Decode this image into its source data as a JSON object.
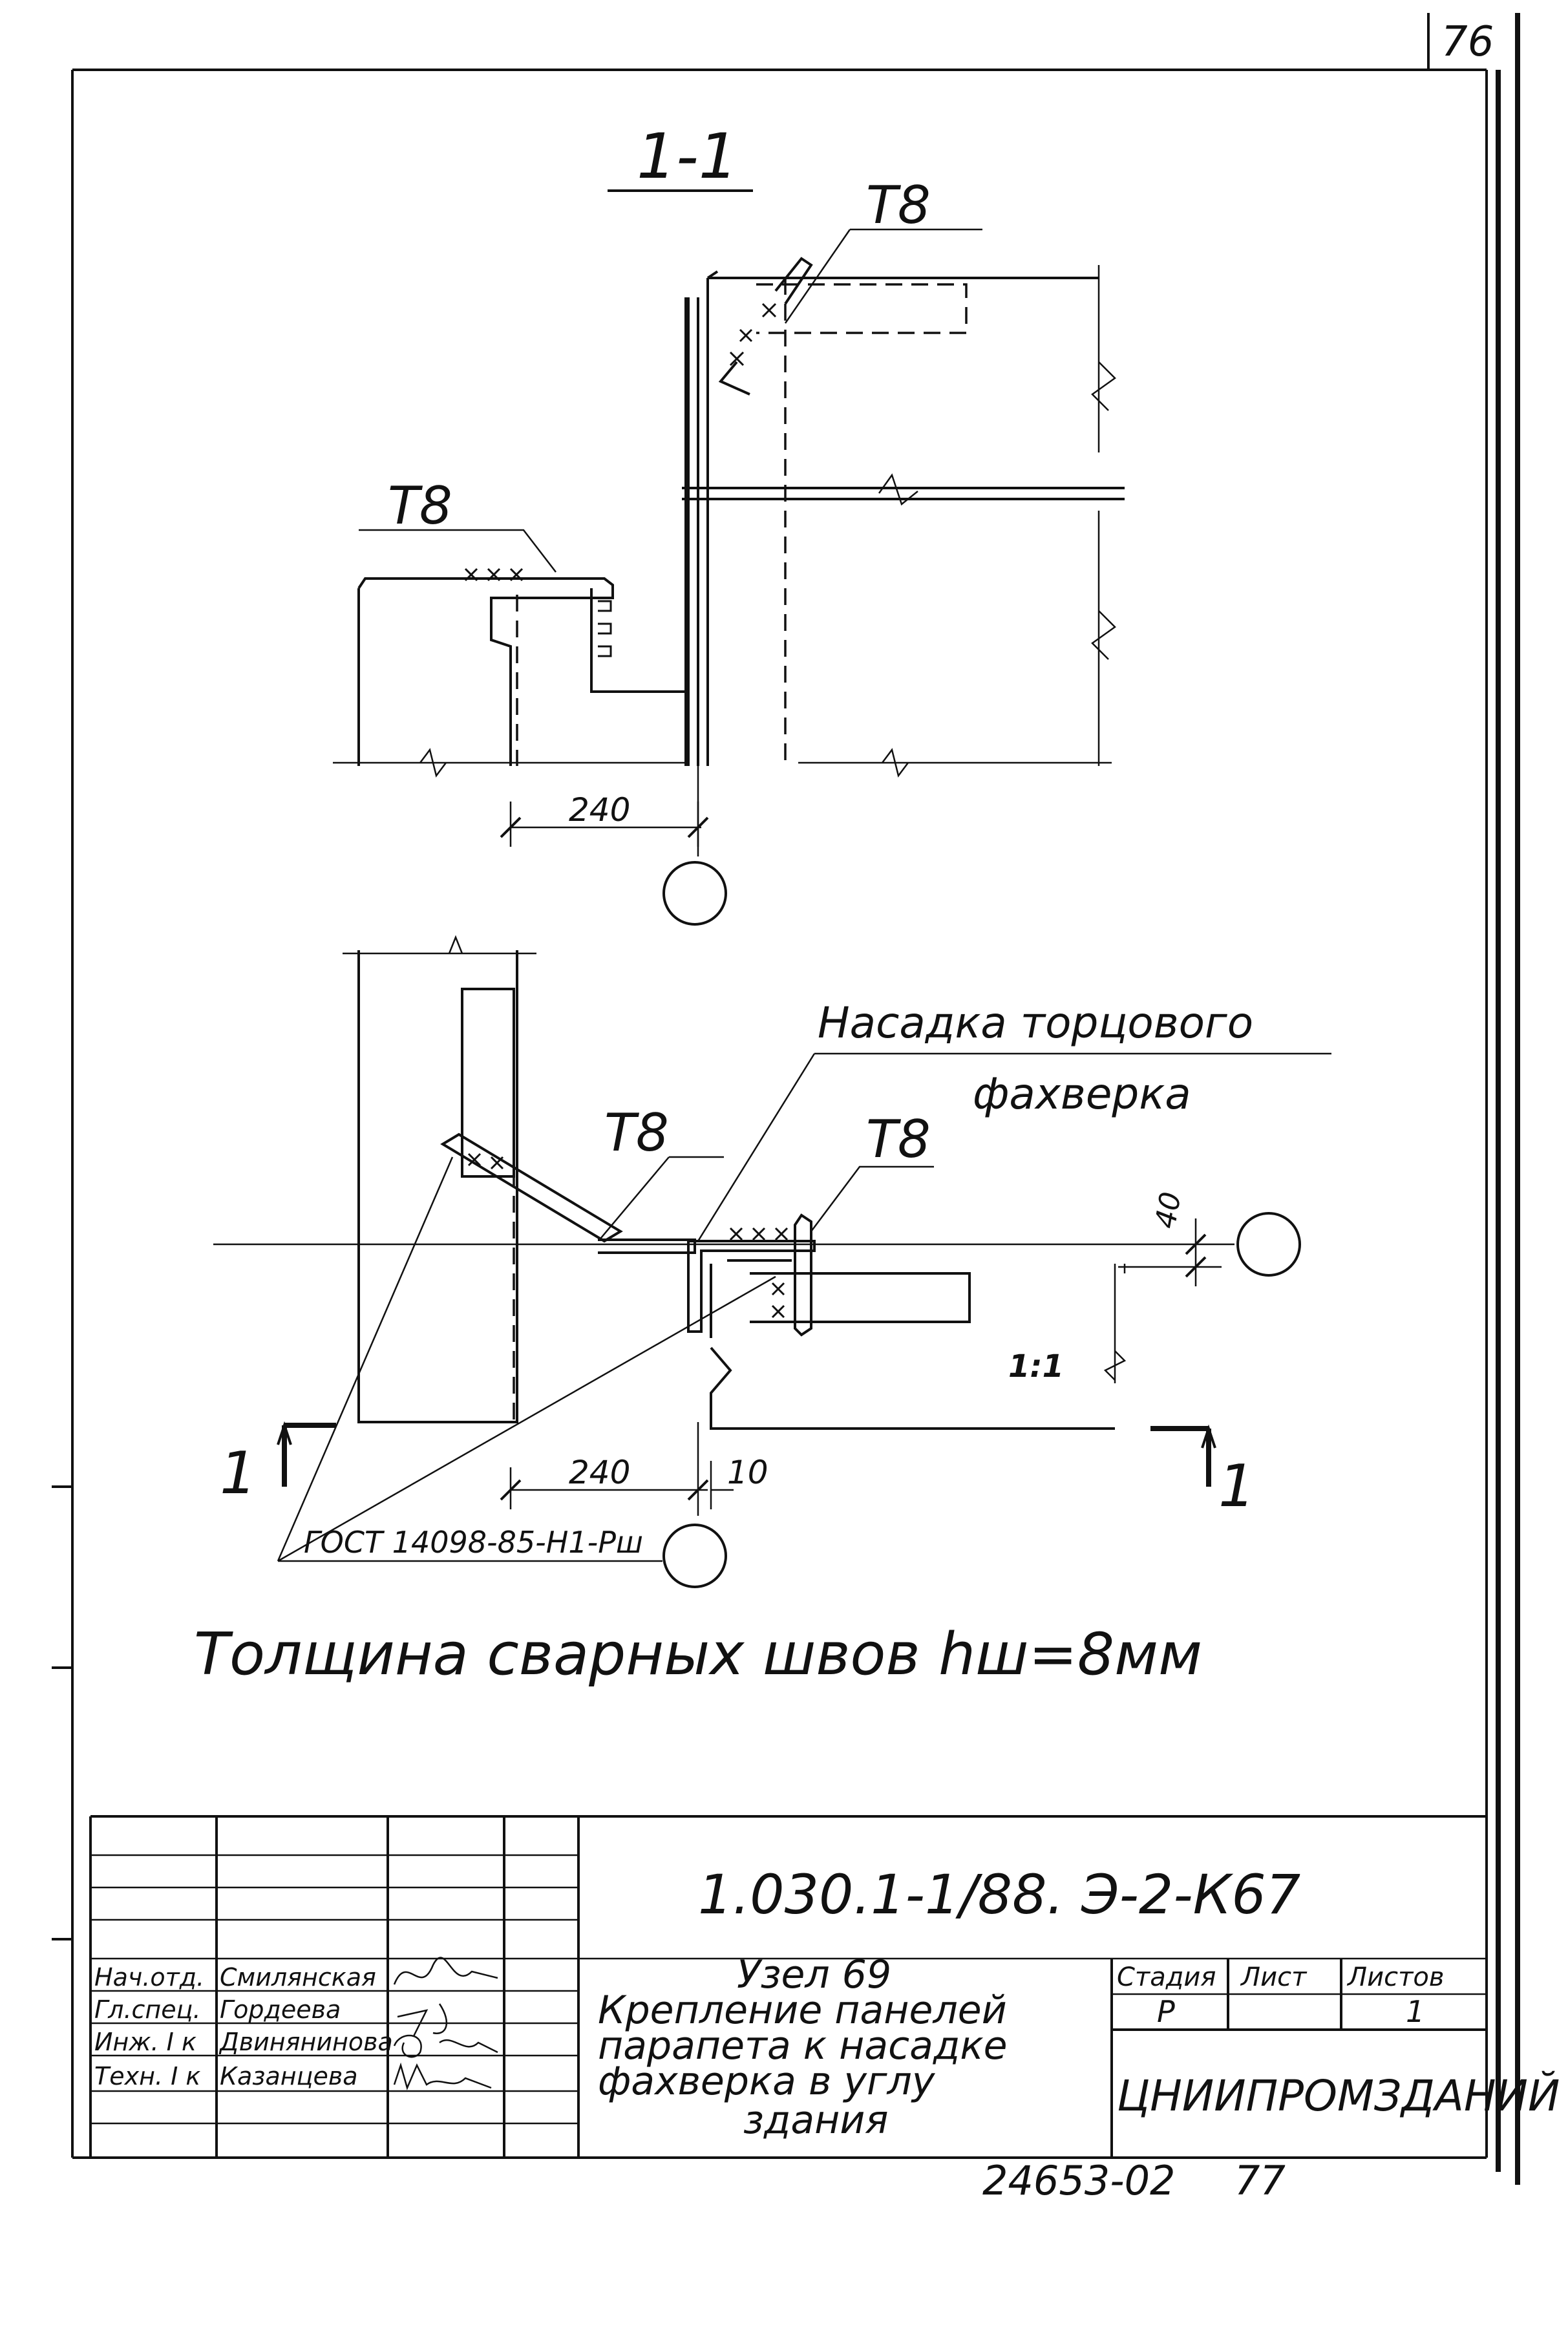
{
  "sheet_number": "76",
  "section_label": "1-1",
  "section_view": {
    "marks": [
      "T8",
      "T8"
    ],
    "dimension": "240"
  },
  "plan_view": {
    "callout": [
      "Насадка торцового",
      "фахверка"
    ],
    "marks": [
      "T8",
      "T8"
    ],
    "dimension_left": "240",
    "dimension_right": "10",
    "dimension_gap": "40",
    "side_mark": "1:1",
    "cut_left": "1",
    "cut_right": "1",
    "weld_symbol": "ГОСТ 14098-85-Н1-Рш"
  },
  "weld_note": "Толщина сварных швов hш=8мм",
  "title_block": {
    "designation": "1.030.1-1/88. Э-2-К67",
    "title_lines": [
      "Узел 69",
      "Крепление панелей",
      "парапета к насадке",
      "фахверка в углу",
      "здания"
    ],
    "stage_header": "Стадия",
    "sheet_header": "Лист",
    "sheets_header": "Листов",
    "stage_value": "Р",
    "sheet_value": "",
    "sheets_value": "1",
    "organization": "ЦНИИПРОМЗДАНИЙ",
    "staff": [
      {
        "role": "Нач.отд.",
        "name": "Смилянская"
      },
      {
        "role": "Гл.спец.",
        "name": "Гордеева"
      },
      {
        "role": "Инж. I к",
        "name": "Двинянинова"
      },
      {
        "role": "Техн. I к",
        "name": "Казанцева"
      }
    ]
  },
  "footer_code": "24653-02",
  "footer_page": "77"
}
